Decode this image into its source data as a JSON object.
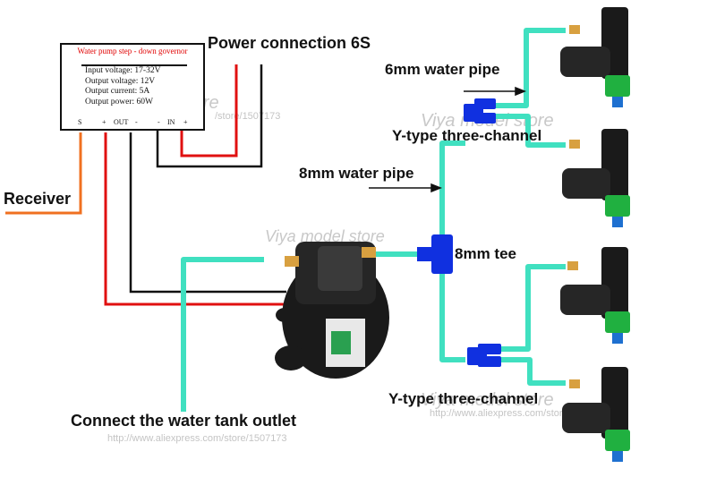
{
  "labels": {
    "power": "Power connection 6S",
    "pipe6": "6mm water pipe",
    "ytop": "Y-type three-channel",
    "pipe8": "8mm water pipe",
    "receiver": "Receiver",
    "tee": "8mm tee",
    "tank": "Connect the water tank outlet",
    "ybottom": "Y-type three-channel"
  },
  "governor": {
    "title": "Water pump step - down governor",
    "specs": [
      "Input voltage: 17-32V",
      "Output voltage: 12V",
      "Output current: 5A",
      "Output power: 60W"
    ],
    "terminals": {
      "s": "S",
      "plus1": "+",
      "out": "OUT",
      "minus1": "-",
      "minus2": "-",
      "in": "IN",
      "plus2": "+"
    }
  },
  "watermark": {
    "brand": "Viya model store",
    "url": "http://www.aliexpress.com/store/1507173",
    "url_short": "/store/1507173"
  },
  "colors": {
    "pipe": "#40e0c0",
    "wire_red": "#e01010",
    "wire_black": "#111111",
    "wire_orange": "#f07020",
    "fitting": "#1030e0",
    "nozzle_green": "#20b040"
  }
}
